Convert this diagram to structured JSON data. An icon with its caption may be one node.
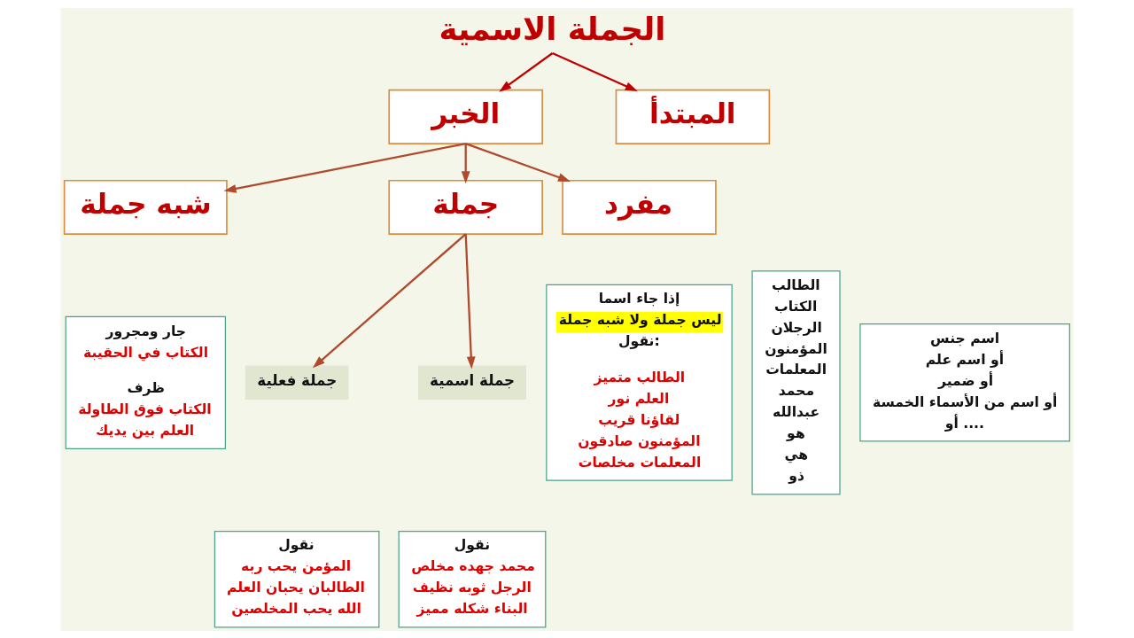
{
  "diagram": {
    "nodes": [
      {
        "text": [
          "الجملة الاسمية"
        ]
      },
      {
        "text": [
          "المبتدأ"
        ]
      },
      {
        "text": [
          "الخبر"
        ]
      },
      {
        "text": [
          "مفرد"
        ]
      },
      {
        "text": [
          "جملة"
        ]
      },
      {
        "text": [
          "شبه جملة"
        ]
      },
      {
        "text": [
          "جملة اسمية"
        ]
      },
      {
        "text": [
          "جملة فعلية"
        ]
      },
      {
        "text": [
          "اسم جنس",
          "أو اسم علم",
          "أو ضمير",
          "أو اسم من الأسماء الخمسة",
          "أو ...."
        ]
      },
      {
        "text": [
          "الطالب",
          "الكتاب",
          "الرجلان",
          "المؤمنون",
          "المعلمات",
          "محمد",
          "عبدالله",
          "هو",
          "هي",
          "ذو"
        ]
      },
      {
        "text": [
          "إذا جاء اسما",
          "ليس جملة ولا شبه جملة",
          "نقول:",
          "الطالب متميز",
          "العلم نور",
          "لقاؤنا قريب",
          "المؤمنون صادقون",
          "المعلمات مخلصات"
        ]
      },
      {
        "text": [
          "نقول",
          "محمد جهده مخلص",
          "الرجل ثوبه نظيف",
          "البناء شكله مميز"
        ]
      },
      {
        "text": [
          "نقول",
          "المؤمن يحب ربه",
          "الطالبان يحبان العلم",
          "الله يحب المخلصين"
        ]
      },
      {
        "text": [
          "جار ومجرور",
          "الكتاب في الحقيبة",
          "ظرف",
          "الكتاب فوق الطاولة",
          "العلم بين يديك"
        ]
      }
    ],
    "edges": [
      {
        "from": 0,
        "to": 1,
        "arrow": "to",
        "color": "#c00000"
      },
      {
        "from": 0,
        "to": 2,
        "arrow": "to",
        "color": "#c00000"
      },
      {
        "from": 2,
        "to": 3,
        "arrow": "to"
      },
      {
        "from": 2,
        "to": 4,
        "arrow": "to"
      },
      {
        "from": 2,
        "to": 5,
        "arrow": "to"
      },
      {
        "from": 4,
        "to": 6,
        "arrow": "to"
      },
      {
        "from": 4,
        "to": 7,
        "arrow": "to"
      }
    ]
  }
}
